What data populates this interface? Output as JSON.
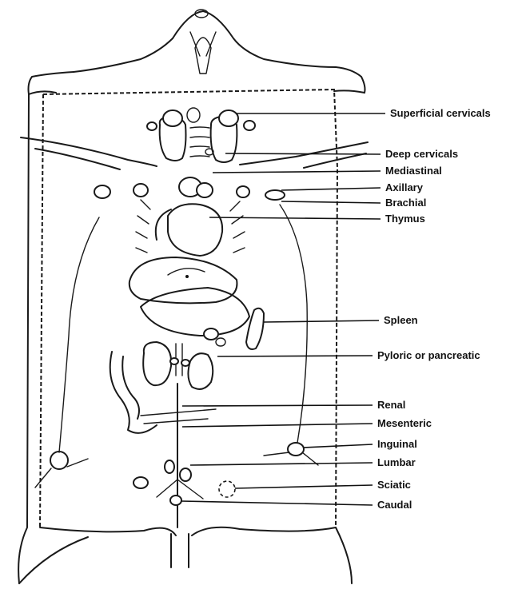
{
  "labels": [
    {
      "id": "superficial-cervicals",
      "text": "Superficial cervicals"
    },
    {
      "id": "deep-cervicals",
      "text": "Deep cervicals"
    },
    {
      "id": "mediastinal",
      "text": "Mediastinal"
    },
    {
      "id": "axillary",
      "text": "Axillary"
    },
    {
      "id": "brachial",
      "text": "Brachial"
    },
    {
      "id": "thymus",
      "text": "Thymus"
    },
    {
      "id": "spleen",
      "text": "Spleen"
    },
    {
      "id": "pyloric-or-pancreatic",
      "text": "Pyloric or pancreatic"
    },
    {
      "id": "renal",
      "text": "Renal"
    },
    {
      "id": "mesenteric",
      "text": "Mesenteric"
    },
    {
      "id": "inguinal",
      "text": "Inguinal"
    },
    {
      "id": "lumbar",
      "text": "Lumbar"
    },
    {
      "id": "sciatic",
      "text": "Sciatic"
    },
    {
      "id": "caudal",
      "text": "Caudal"
    }
  ]
}
